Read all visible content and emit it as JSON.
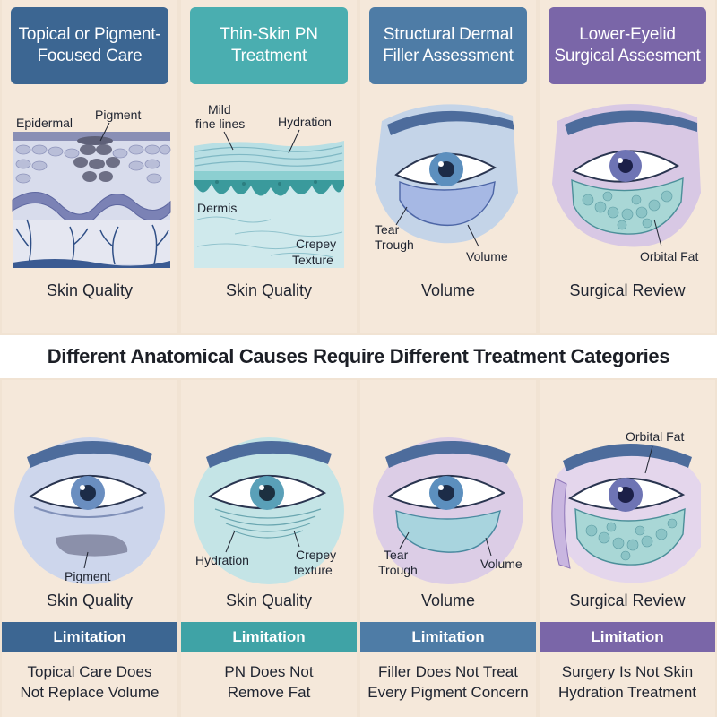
{
  "banner_title": "Different Anatomical Causes Require Different Treatment Categories",
  "top_columns": [
    {
      "header": "Topical or Pigment-Focused Care",
      "labels": {
        "a": "Epidermal",
        "b": "Pigment"
      },
      "category": "Skin Quality"
    },
    {
      "header": "Thin-Skin PN Treatment",
      "labels": {
        "a": "Mild",
        "a2": "fine lines",
        "b": "Hydration",
        "c": "Dermis",
        "d": "Crepey",
        "d2": "Texture"
      },
      "category": "Skin Quality"
    },
    {
      "header": "Structural Dermal Filler Assessment",
      "labels": {
        "a": "Tear",
        "a2": "Trough",
        "b": "Volume"
      },
      "category": "Volume"
    },
    {
      "header": "Lower-Eyelid Surgical Assesment",
      "labels": {
        "a": "Orbital Fat"
      },
      "category": "Surgical Review"
    }
  ],
  "bottom_columns": [
    {
      "labels": {
        "a": "Pigment"
      },
      "category": "Skin Quality",
      "limitation_label": "Limitation",
      "limitation_line1": "Topical Care Does",
      "limitation_line2": "Not Replace Volume"
    },
    {
      "labels": {
        "a": "Hydration",
        "b": "Crepey",
        "b2": "texture"
      },
      "category": "Skin Quality",
      "limitation_label": "Limitation",
      "limitation_line1": "PN Does Not",
      "limitation_line2": "Remove Fat"
    },
    {
      "labels": {
        "a": "Tear",
        "a2": "Trough",
        "b": "Volume"
      },
      "category": "Volume",
      "limitation_label": "Limitation",
      "limitation_line1": "Filler Does Not Treat",
      "limitation_line2": "Every Pigment Concern"
    },
    {
      "labels": {
        "a": "Orbital Fat"
      },
      "category": "Surgical Review",
      "limitation_label": "Limitation",
      "limitation_line1": "Surgery Is Not Skin",
      "limitation_line2": "Hydration Treatment"
    }
  ],
  "colors": {
    "navy": "#3c6692",
    "teal": "#4aaeb0",
    "steel_blue": "#4e7ca6",
    "purple": "#7a66a8",
    "background": "#f1e3d3"
  }
}
